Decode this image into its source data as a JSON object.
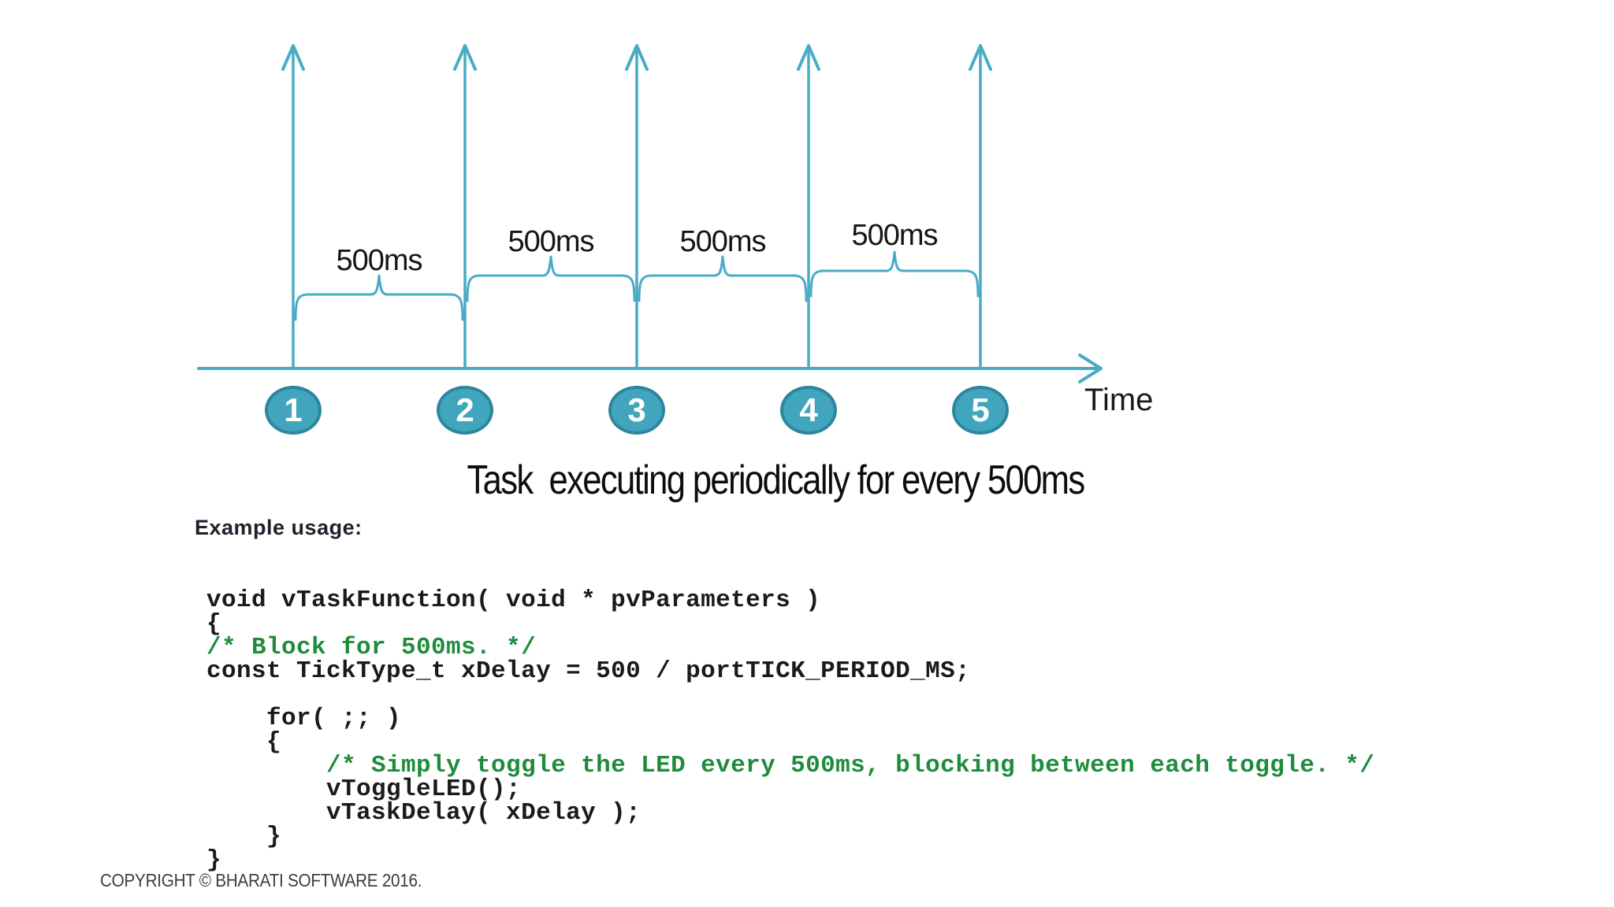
{
  "diagram": {
    "interval_labels": [
      "500ms",
      "500ms",
      "500ms",
      "500ms"
    ],
    "tick_labels": [
      "1",
      "2",
      "3",
      "4",
      "5"
    ],
    "axis_label": "Time",
    "caption": "Task  executing periodically for every 500ms",
    "accent_color": "#49abc4",
    "circle_fill_color": "#41a5be",
    "circle_border_color": "#2c869d"
  },
  "code_section": {
    "heading": "Example usage:",
    "comment_color": "#1e8c3c",
    "lines": [
      {
        "type": "code",
        "text": "void vTaskFunction( void * pvParameters )"
      },
      {
        "type": "code",
        "text": "{"
      },
      {
        "type": "comment",
        "text": "/* Block for 500ms. */"
      },
      {
        "type": "code",
        "text": "const TickType_t xDelay = 500 / portTICK_PERIOD_MS;"
      },
      {
        "type": "blank",
        "text": ""
      },
      {
        "type": "code",
        "text": "    for( ;; )"
      },
      {
        "type": "code",
        "text": "    {"
      },
      {
        "type": "comment",
        "text": "        /* Simply toggle the LED every 500ms, blocking between each toggle. */"
      },
      {
        "type": "code",
        "text": "        vToggleLED();"
      },
      {
        "type": "code",
        "text": "        vTaskDelay( xDelay );"
      },
      {
        "type": "code",
        "text": "    }"
      },
      {
        "type": "code",
        "text": "}"
      }
    ]
  },
  "footer": {
    "copyright": "COPYRIGHT © BHARATI SOFTWARE 2016."
  }
}
